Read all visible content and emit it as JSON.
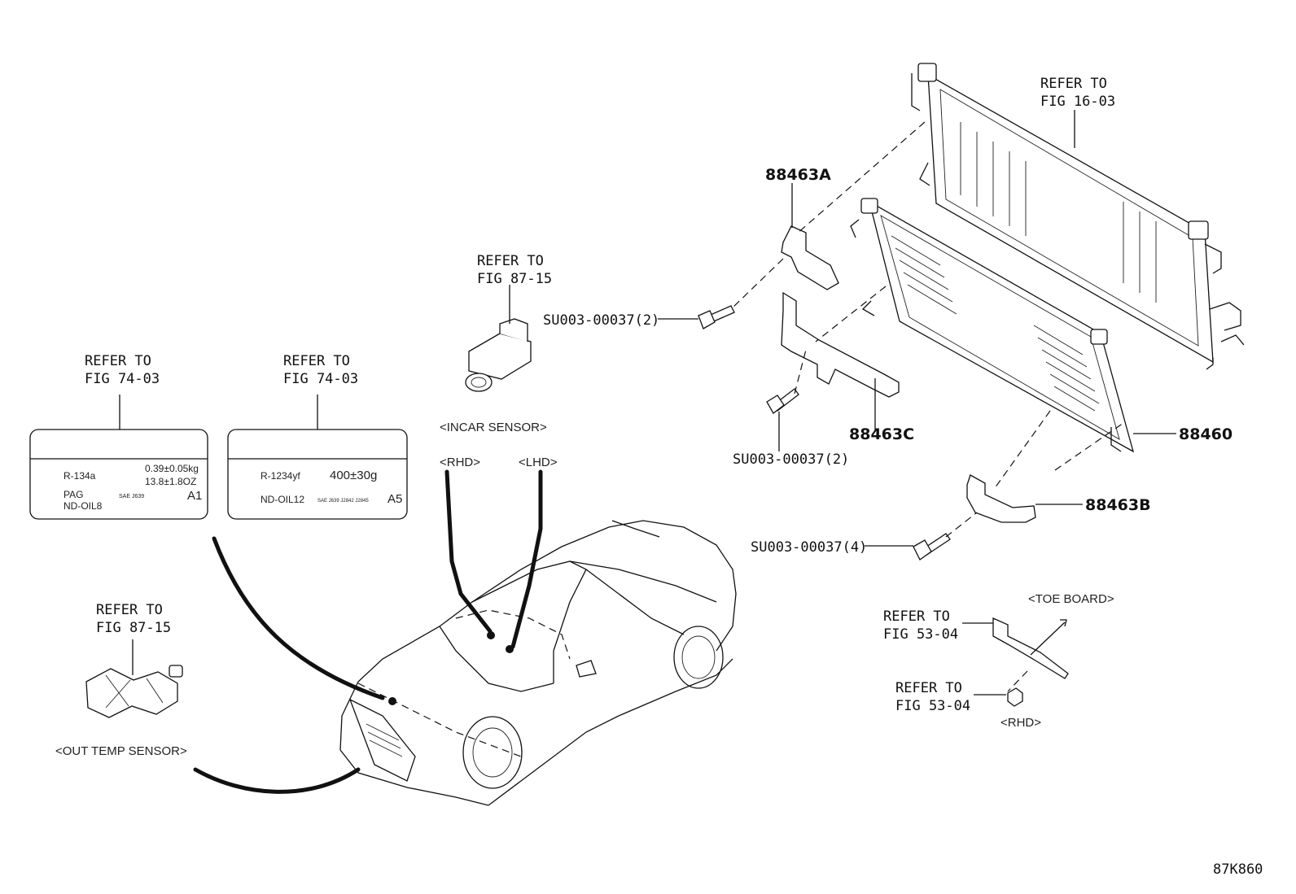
{
  "callouts": {
    "radiator_ref": [
      "REFER TO",
      "FIG 16-03"
    ],
    "incar_ref": [
      "REFER TO",
      "FIG 87-15"
    ],
    "label_a_ref": [
      "REFER TO",
      "FIG 74-03"
    ],
    "label_b_ref": [
      "REFER TO",
      "FIG 74-03"
    ],
    "out_temp_ref": [
      "REFER TO",
      "FIG 87-15"
    ],
    "toe_board_ref": [
      "REFER TO",
      "FIG 53-04"
    ],
    "rhd_clip_ref": [
      "REFER TO",
      "FIG 53-04"
    ]
  },
  "part_numbers": {
    "bracket_a": "88463A",
    "bracket_b": "88463B",
    "bracket_c": "88463C",
    "condenser": "88460",
    "bolt_1": "SU003-00037(2)",
    "bolt_2": "SU003-00037(2)",
    "bolt_3": "SU003-00037(4)"
  },
  "captions": {
    "incar_sensor": "<INCAR SENSOR>",
    "rhd": "<RHD>",
    "lhd": "<LHD>",
    "out_temp_sensor": "<OUT TEMP SENSOR>",
    "toe_board": "<TOE BOARD>",
    "rhd_small": "<RHD>"
  },
  "label_a": {
    "refrigerant": "R-134a",
    "amount_kg": "0.39±0.05kg",
    "amount_oz": "13.8±1.8OZ",
    "oil_type": "PAG",
    "oil_name": "ND-OIL8",
    "code": "SAE J639",
    "grade": "A1"
  },
  "label_b": {
    "refrigerant": "R-1234yf",
    "amount": "400±30g",
    "oil_name": "ND-OIL12",
    "code": "SAE J639 J2842 J2845",
    "grade": "A5"
  },
  "figure_code": "87K860"
}
